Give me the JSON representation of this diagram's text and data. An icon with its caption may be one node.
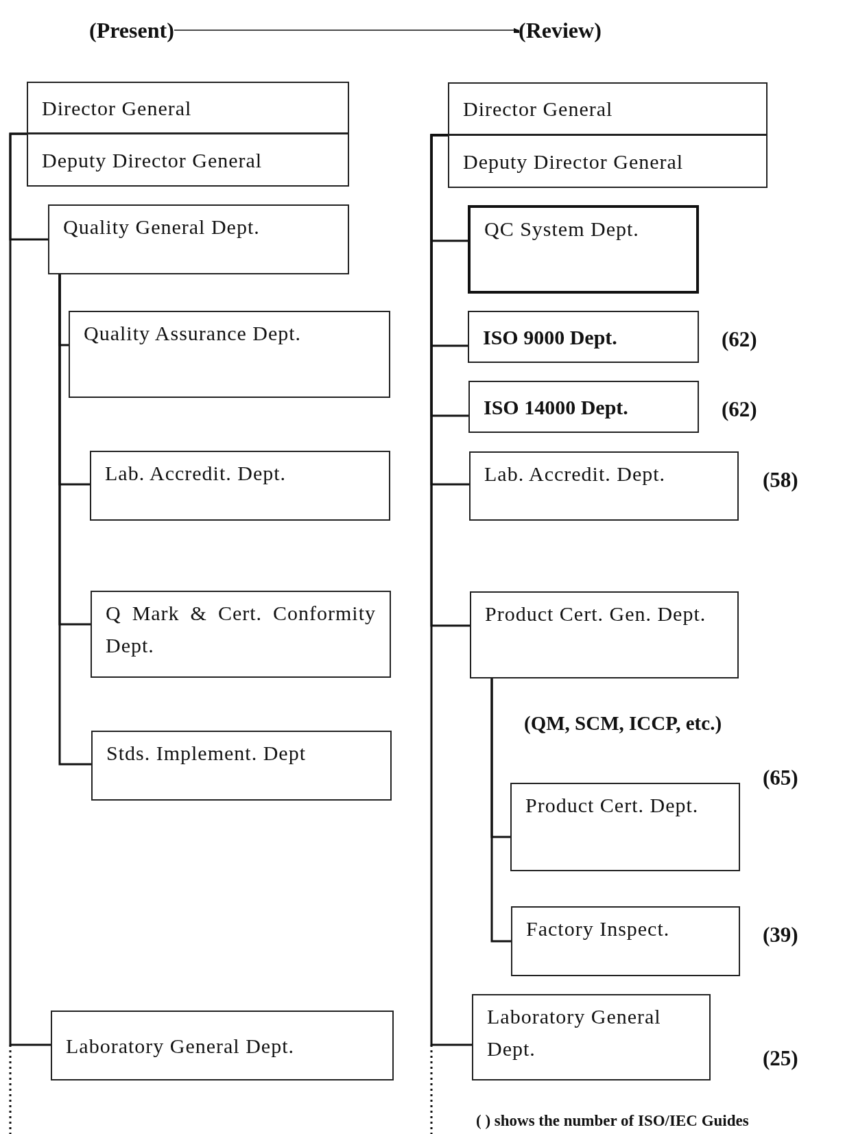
{
  "diagram": {
    "nodes": [
      {
        "text": [
          "(Present)"
        ]
      },
      {
        "text": [
          "(Review)"
        ]
      },
      {
        "text": [
          "Director General"
        ]
      },
      {
        "text": [
          "Deputy Director General"
        ]
      },
      {
        "text": [
          "Quality General Dept."
        ]
      },
      {
        "text": [
          "Quality Assurance Dept."
        ]
      },
      {
        "text": [
          "Lab. Accredit. Dept."
        ]
      },
      {
        "text": [
          "Q Mark & Cert. Conformity Dept."
        ]
      },
      {
        "text": [
          "Stds. Implement. Dept"
        ]
      },
      {
        "text": [
          "Laboratory General Dept."
        ]
      },
      {
        "text": [
          "Director General"
        ]
      },
      {
        "text": [
          "Deputy Director General"
        ]
      },
      {
        "text": [
          "QC System Dept."
        ]
      },
      {
        "text": [
          "ISO 9000 Dept."
        ],
        "beside": [
          "(62)"
        ]
      },
      {
        "text": [
          "ISO 14000 Dept."
        ],
        "beside": [
          "(62)"
        ]
      },
      {
        "text": [
          "Lab. Accredit. Dept."
        ],
        "beside": [
          "(58)"
        ]
      },
      {
        "text": [
          "Product Cert. Gen. Dept."
        ]
      },
      {
        "text": [
          "Product Cert. Dept."
        ],
        "beside": [
          "(65)"
        ]
      },
      {
        "text": [
          "Factory Inspect."
        ],
        "beside": [
          "(39)"
        ]
      },
      {
        "text": [
          "Laboratory General Dept."
        ],
        "beside": [
          "(25)"
        ]
      }
    ],
    "edges": [
      {
        "from": 0,
        "to": 1,
        "arrow": "to"
      },
      {
        "from": 2,
        "to": 4,
        "arrow": "none"
      },
      {
        "from": 4,
        "to": 5,
        "arrow": "none"
      },
      {
        "from": 4,
        "to": 6,
        "arrow": "none"
      },
      {
        "from": 4,
        "to": 7,
        "arrow": "none"
      },
      {
        "from": 4,
        "to": 8,
        "arrow": "none"
      },
      {
        "from": 2,
        "to": 9,
        "arrow": "none"
      },
      {
        "from": 10,
        "to": 12,
        "arrow": "none"
      },
      {
        "from": 10,
        "to": 13,
        "arrow": "none"
      },
      {
        "from": 10,
        "to": 14,
        "arrow": "none"
      },
      {
        "from": 10,
        "to": 15,
        "arrow": "none"
      },
      {
        "from": 10,
        "to": 16,
        "arrow": "none"
      },
      {
        "from": 16,
        "to": 17,
        "arrow": "none"
      },
      {
        "from": 16,
        "to": 18,
        "arrow": "none"
      },
      {
        "from": 10,
        "to": 19,
        "arrow": "none"
      }
    ],
    "labels": [
      "(QM, SCM, ICCP, etc.)",
      "( ) shows the number of ISO/IEC Guides"
    ]
  }
}
